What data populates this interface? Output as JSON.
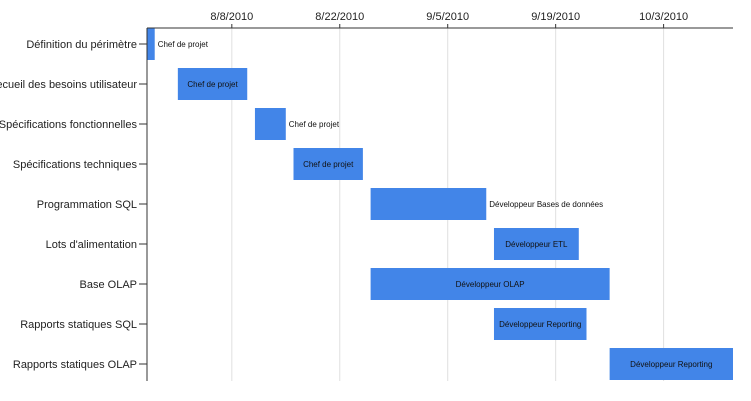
{
  "chart_data": {
    "type": "gantt",
    "title": "",
    "x_axis": {
      "type": "date",
      "range": [
        "2010-07-28",
        "2010-10-12"
      ],
      "tick_labels": [
        "8/8/2010",
        "8/22/2010",
        "9/5/2010",
        "9/19/2010",
        "10/3/2010"
      ],
      "ticks": [
        "2010-08-08",
        "2010-08-22",
        "2010-09-05",
        "2010-09-19",
        "2010-10-03"
      ],
      "position": "top",
      "grid": true
    },
    "bar_color": "#4285e8",
    "tasks": [
      {
        "name": "Définition du périmètre",
        "start": "2010-07-28",
        "end": "2010-07-29",
        "resource": "Chef de projet",
        "label_position": "outside"
      },
      {
        "name": "Recueil des besoins utilisateur",
        "start": "2010-08-01",
        "end": "2010-08-10",
        "resource": "Chef de projet",
        "label_position": "inside"
      },
      {
        "name": "Spécifications fonctionnelles",
        "start": "2010-08-11",
        "end": "2010-08-15",
        "resource": "Chef de projet",
        "label_position": "outside"
      },
      {
        "name": "Spécifications techniques",
        "start": "2010-08-16",
        "end": "2010-08-25",
        "resource": "Chef de projet",
        "label_position": "inside"
      },
      {
        "name": "Programmation SQL",
        "start": "2010-08-26",
        "end": "2010-09-10",
        "resource": "Développeur Bases de données",
        "label_position": "outside"
      },
      {
        "name": "Lots d'alimentation",
        "start": "2010-09-11",
        "end": "2010-09-22",
        "resource": "Développeur ETL",
        "label_position": "inside"
      },
      {
        "name": "Base OLAP",
        "start": "2010-08-26",
        "end": "2010-09-26",
        "resource": "Développeur OLAP",
        "label_position": "inside"
      },
      {
        "name": "Rapports statiques SQL",
        "start": "2010-09-11",
        "end": "2010-09-23",
        "resource": "Développeur Reporting",
        "label_position": "inside"
      },
      {
        "name": "Rapports statiques OLAP",
        "start": "2010-09-26",
        "end": "2010-10-12",
        "resource": "Développeur Reporting",
        "label_position": "inside"
      }
    ]
  }
}
